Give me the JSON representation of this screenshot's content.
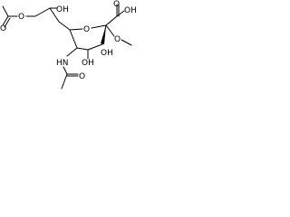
{
  "structure": {
    "atoms": {
      "oh_top": "OH",
      "ester_o_left": "O",
      "ester_carbonyl_o": "O",
      "ring_o": "O",
      "acid_carbonyl_o": "O",
      "acid_oh": "OH",
      "methoxy_o": "O",
      "amide_n": "HN",
      "amide_o": "O",
      "oh_ring_bottom_left": "OH",
      "oh_ring_bottom_right": "OH"
    }
  }
}
